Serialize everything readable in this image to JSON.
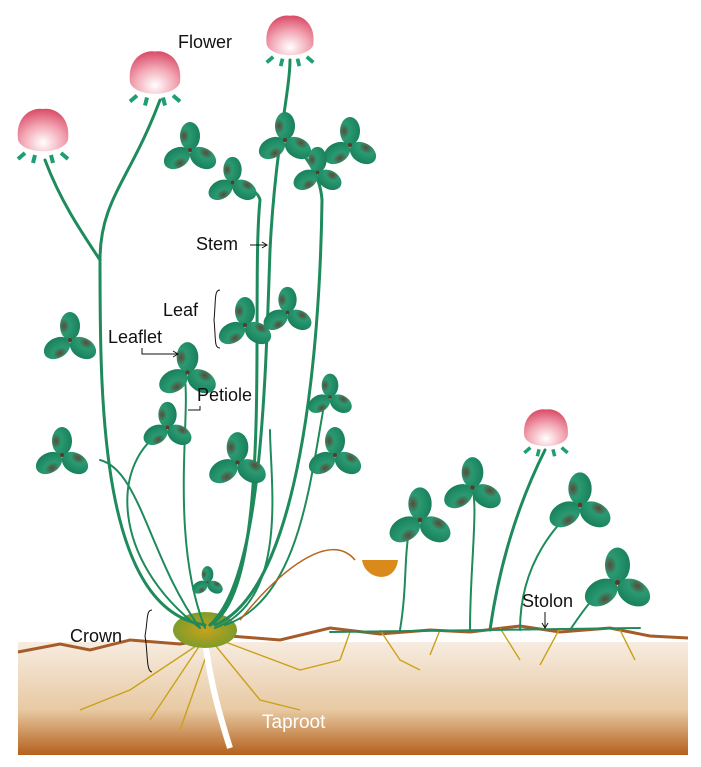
{
  "title": "Clover plant anatomy",
  "labels": {
    "flower": "Flower",
    "stem": "Stem",
    "leaf": "Leaf",
    "leaflet": "Leaflet",
    "petiole": "Petiole",
    "crown": "Crown",
    "taproot": "Taproot",
    "stolon": "Stolon"
  },
  "colors": {
    "leaf": "#1f9e74",
    "stem": "#1f8a5c",
    "flower": "#e0607a",
    "soil_top": "#f5e8d8",
    "soil_bottom": "#b4601c",
    "root": "#c9a21a"
  }
}
